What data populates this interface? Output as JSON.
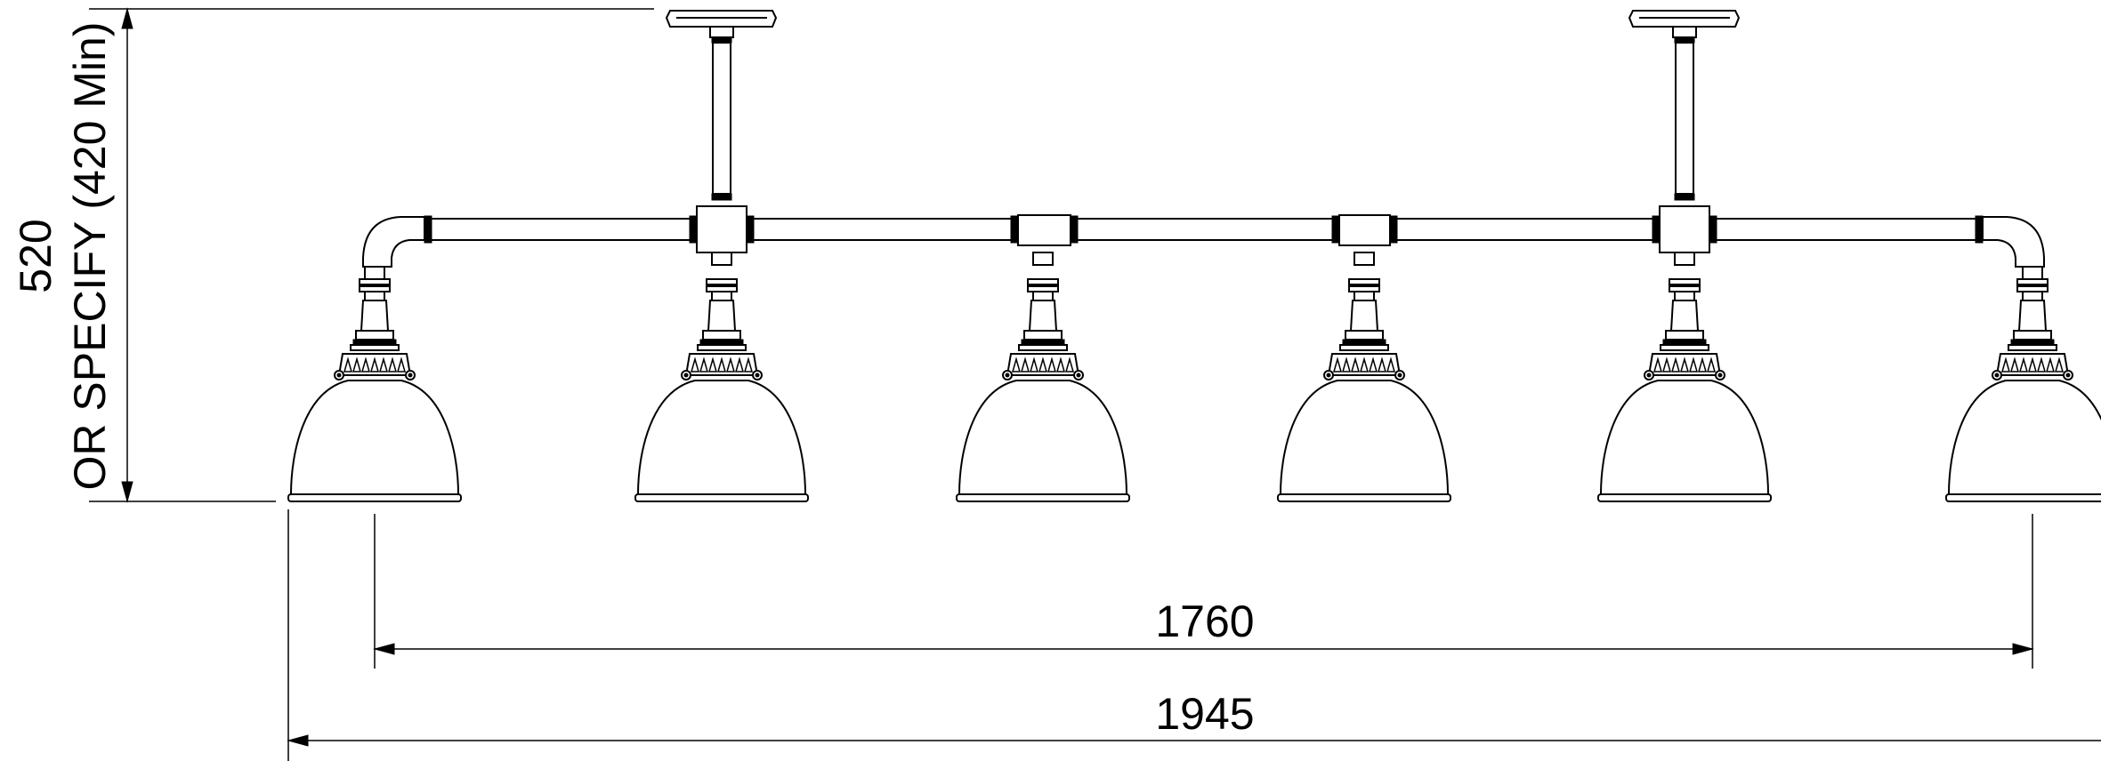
{
  "dimensions": {
    "height_value": "520",
    "height_note": "OR SPECIFY (420 Min)",
    "center_span": "1760",
    "overall_width": "1945"
  },
  "fixture": {
    "shade_count": 6,
    "ceiling_mount_count": 2
  },
  "colors": {
    "line": "#000000",
    "background": "#ffffff"
  }
}
